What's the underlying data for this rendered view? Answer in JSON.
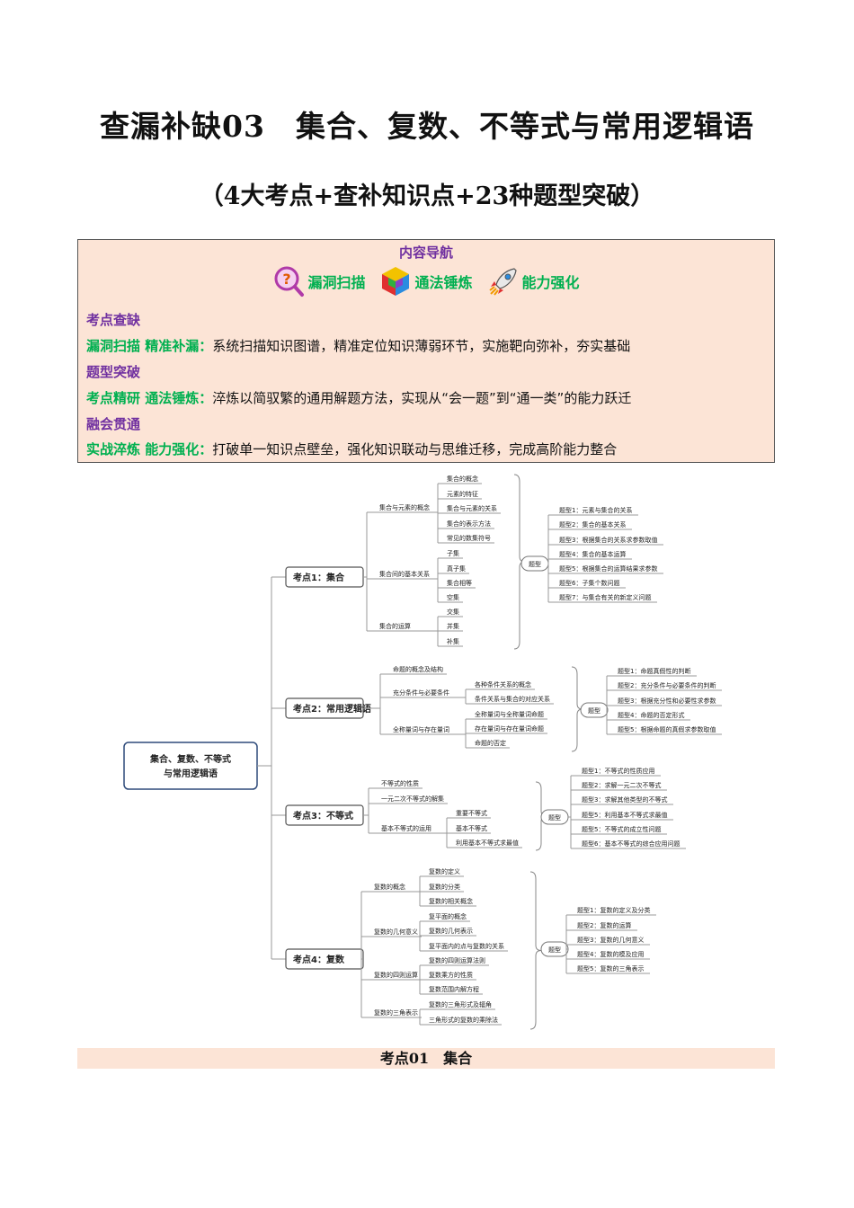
{
  "header": {
    "title": "查漏补缺03　集合、复数、不等式与常用逻辑语",
    "subtitle": "（4大考点+查补知识点+23种题型突破）"
  },
  "nav": {
    "title": "内容导航",
    "items": [
      {
        "label": "漏洞扫描",
        "icon": "question-magnifier-icon"
      },
      {
        "label": "通法锤炼",
        "icon": "puzzle-cube-icon"
      },
      {
        "label": "能力强化",
        "icon": "rocket-icon"
      }
    ],
    "sections": [
      {
        "heading": "考点查缺",
        "lead": "漏洞扫描 精准补漏：",
        "text": "系统扫描知识图谱，精准定位知识薄弱环节，实施靶向弥补，夯实基础"
      },
      {
        "heading": "题型突破",
        "lead": "考点精研 通法锤炼：",
        "text": "淬炼以简驭繁的通用解题方法，实现从“会一题”到“通一类”的能力跃迁"
      },
      {
        "heading": "融会贯通",
        "lead": "实战淬炼 能力强化：",
        "text": "打破单一知识点壁垒，强化知识联动与思维迁移，完成高阶能力整合"
      }
    ]
  },
  "mindmap": {
    "root": [
      "集合、复数、不等式",
      "与常用逻辑语"
    ],
    "branches": [
      {
        "name": "考点1：集合",
        "groups": [
          {
            "name": "集合与元素的概念",
            "items": [
              "集合的概念",
              "元素的特征",
              "集合与元素的关系",
              "集合的表示方法",
              "常见的数集符号"
            ]
          },
          {
            "name": "集合间的基本关系",
            "items": [
              "子集",
              "真子集",
              "集合相等",
              "空集"
            ]
          },
          {
            "name": "集合的运算",
            "items": [
              "交集",
              "并集",
              "补集"
            ]
          }
        ],
        "tixing": "题型",
        "types": [
          "题型1：元素与集合的关系",
          "题型2：集合的基本关系",
          "题型3：根据集合的关系求参数取值",
          "题型4：集合的基本运算",
          "题型5：根据集合的运算结果求参数",
          "题型6：子集个数问题",
          "题型7：与集合有关的新定义问题"
        ]
      },
      {
        "name": "考点2：常用逻辑语",
        "groups": [
          {
            "name": "命题的概念及结构",
            "items": []
          },
          {
            "name": "充分条件与必要条件",
            "items": [
              "各种条件关系的概念",
              "条件关系与集合的对应关系"
            ]
          },
          {
            "name": "全称量词与存在量词",
            "items": [
              "全称量词与全称量词命题",
              "存在量词与存在量词命题",
              "命题的否定"
            ]
          }
        ],
        "tixing": "题型",
        "types": [
          "题型1：命题真假性的判断",
          "题型2：充分条件与必要条件的判断",
          "题型3：根据充分性和必要性求参数",
          "题型4：命题的否定形式",
          "题型5：根据命题的真假求参数取值"
        ]
      },
      {
        "name": "考点3：不等式",
        "groups": [
          {
            "name": "不等式的性质",
            "items": []
          },
          {
            "name": "一元二次不等式的解集",
            "items": []
          },
          {
            "name": "基本不等式的运用",
            "items": [
              "重要不等式",
              "基本不等式",
              "利用基本不等式求最值"
            ]
          }
        ],
        "tixing": "题型",
        "types": [
          "题型1：不等式的性质应用",
          "题型2：求解一元二次不等式",
          "题型3：求解其他类型的不等式",
          "题型5：利用基本不等式求最值",
          "题型5：不等式的成立性问题",
          "题型6：基本不等式的综合应用问题"
        ]
      },
      {
        "name": "考点4：复数",
        "groups": [
          {
            "name": "复数的概念",
            "items": [
              "复数的定义",
              "复数的分类",
              "复数的相关概念"
            ]
          },
          {
            "name": "复数的几何意义",
            "items": [
              "复平面的概念",
              "复数的几何表示",
              "复平面内的点与复数的关系"
            ]
          },
          {
            "name": "复数的四则运算",
            "items": [
              "复数的四则运算法则",
              "复数乘方的性质",
              "复数范围内解方程"
            ]
          },
          {
            "name": "复数的三角表示",
            "items": [
              "复数的三角形式及辐角",
              "三角形式的复数的乘除法"
            ]
          }
        ],
        "tixing": "题型",
        "types": [
          "题型1：复数的定义及分类",
          "题型2：复数的运算",
          "题型3：复数的几何意义",
          "题型4：复数的模及应用",
          "题型5：复数的三角表示"
        ]
      }
    ]
  },
  "section": {
    "label": "考点01　集合"
  },
  "colors": {
    "nav_bg": "#fce4d6",
    "purple": "#7030a0",
    "green": "#00b050",
    "root_border": "#2e4a7a"
  }
}
